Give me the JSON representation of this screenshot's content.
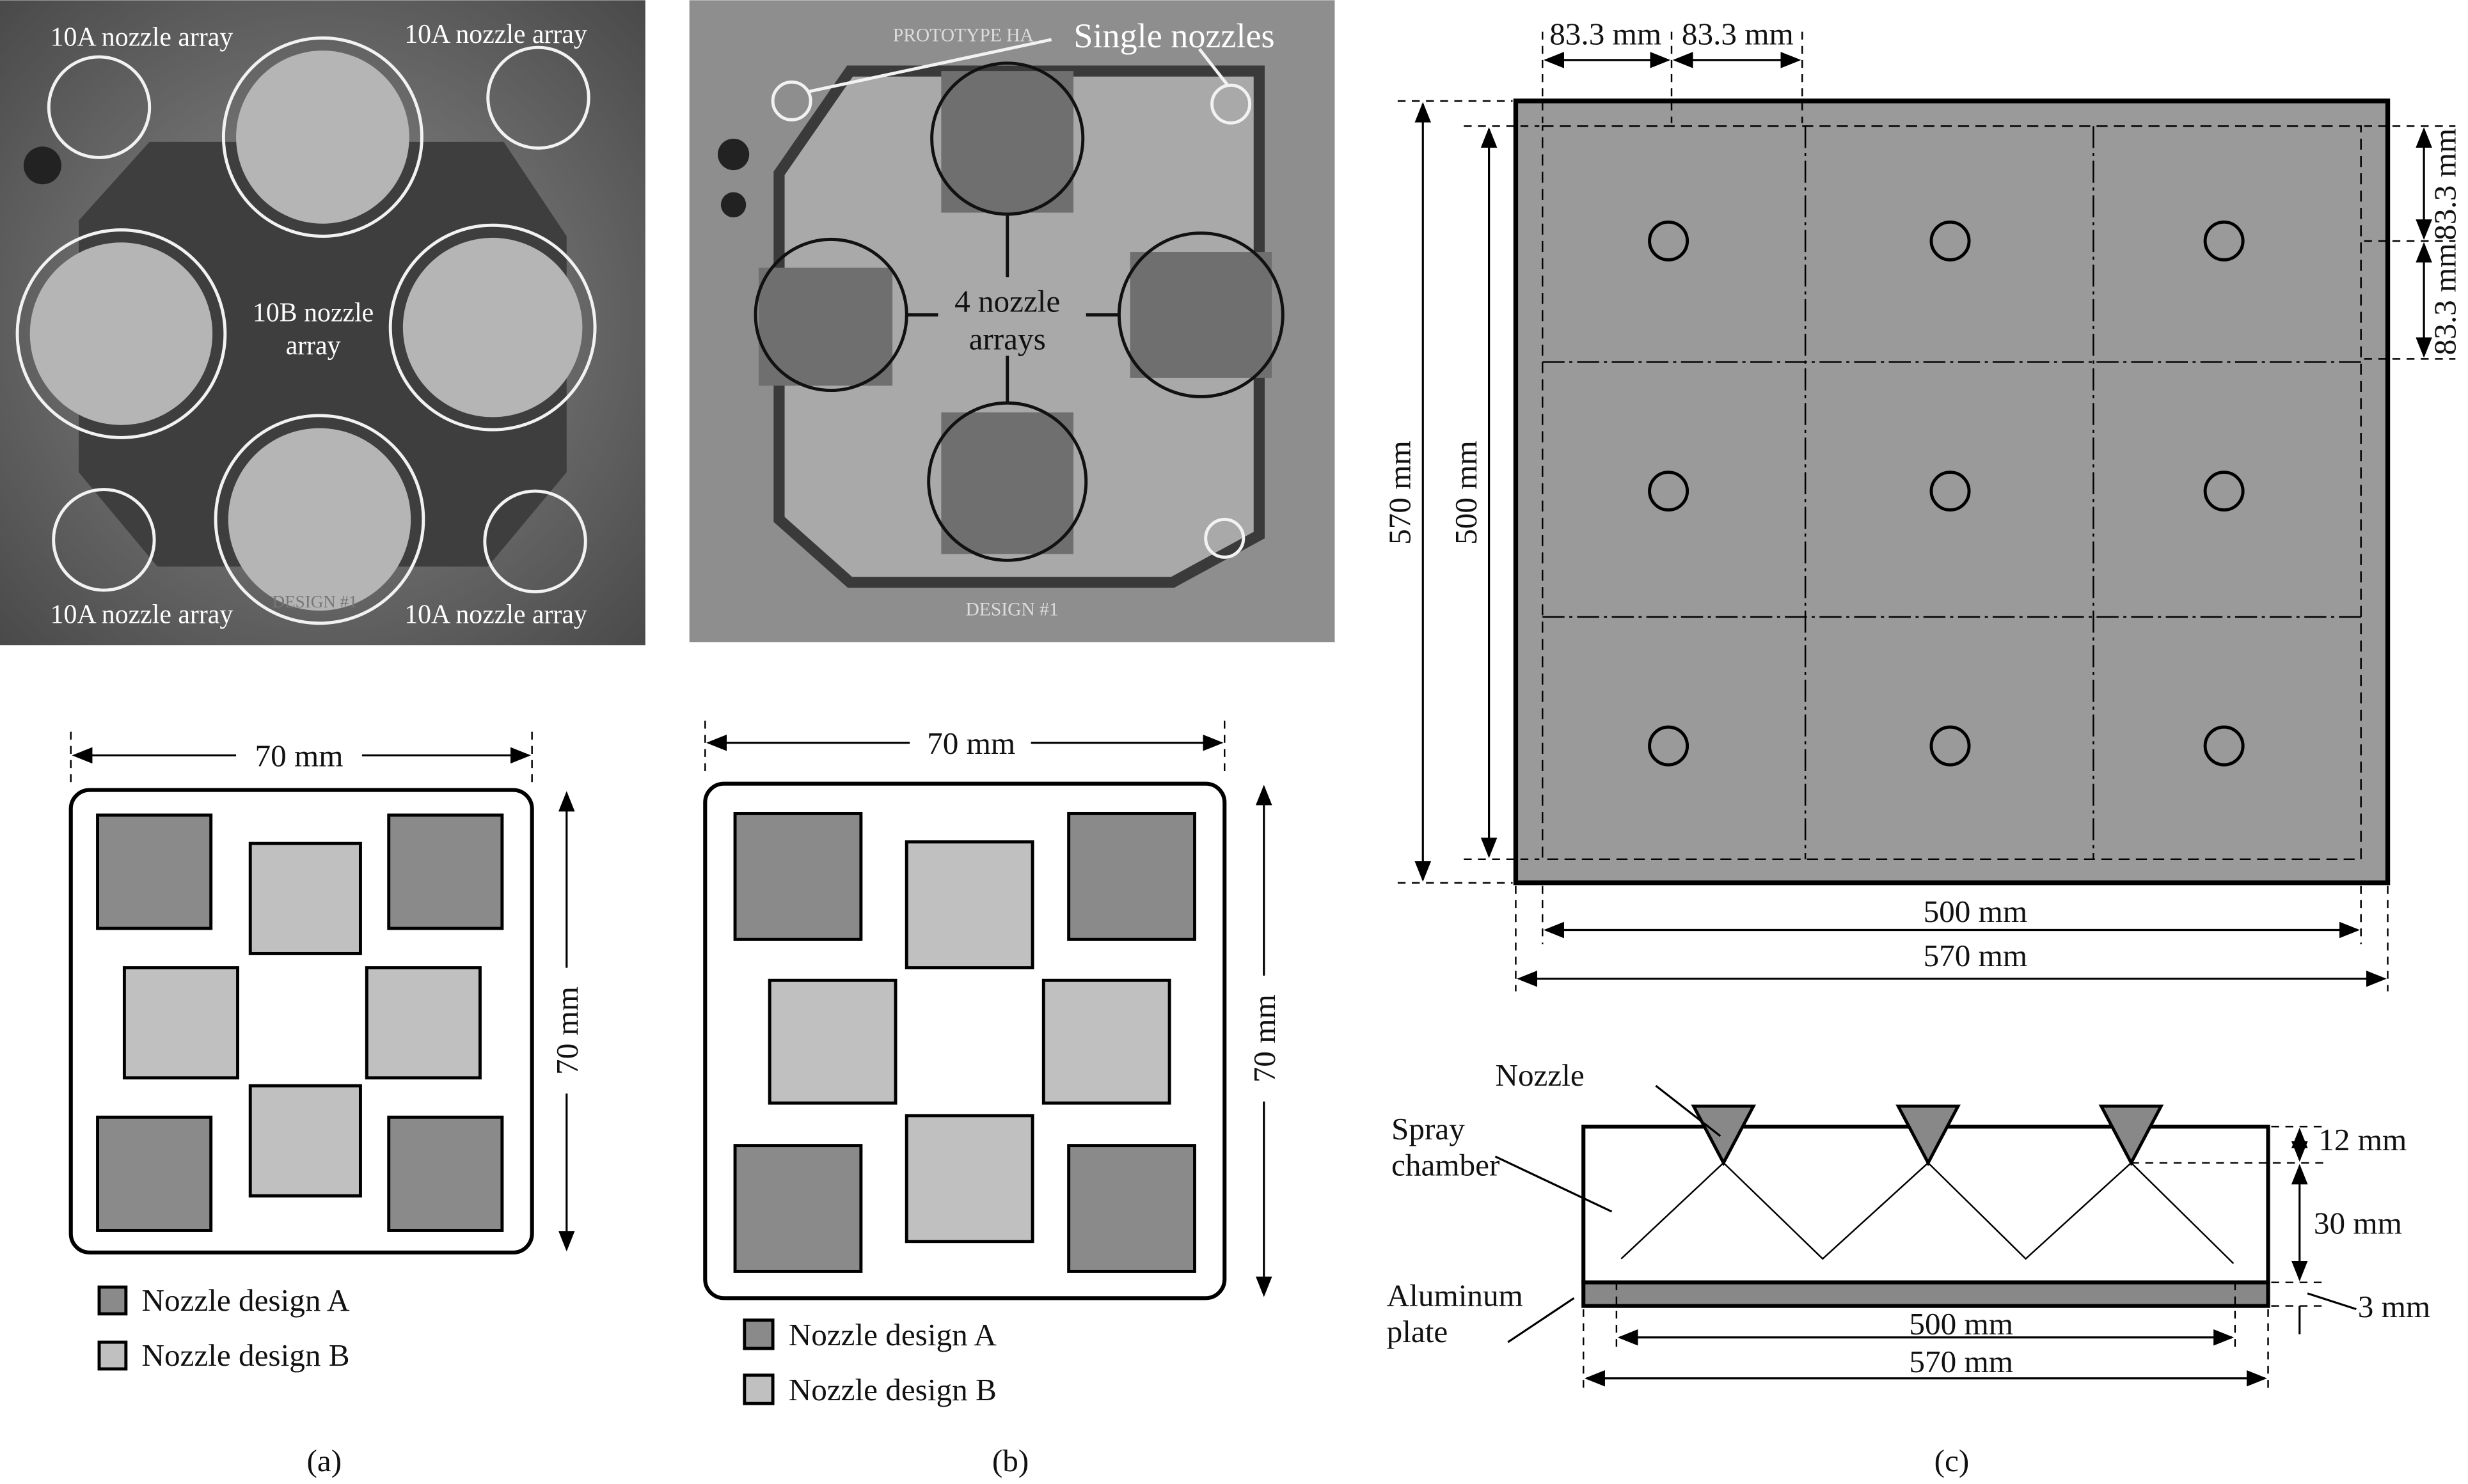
{
  "panel_a_photo": {
    "labels": [
      "10A nozzle array",
      "10A nozzle array",
      "10B nozzle",
      "array",
      "10A nozzle array",
      "10A nozzle array"
    ],
    "engraving": "DESIGN #1"
  },
  "panel_b_photo": {
    "single_nozzles": "Single nozzles",
    "arrays_line1": "4 nozzle",
    "arrays_line2": "arrays",
    "engraving_top": "PROTOTYPE HA",
    "engraving_bottom": "DESIGN #1"
  },
  "panel_a_schematic": {
    "width_label": "70 mm",
    "height_label": "70 mm"
  },
  "panel_b_schematic": {
    "width_label": "70 mm",
    "height_label": "70 mm"
  },
  "legend": {
    "design_a": "Nozzle design A",
    "design_b": "Nozzle design B",
    "color_a": "#8a8a8a",
    "color_b": "#c0c0c0"
  },
  "panel_c_top": {
    "cell_w1": "83.3 mm",
    "cell_w2": "83.3 mm",
    "cell_h1": "83.3 mm",
    "cell_h2": "83.3 mm",
    "outer_h": "570 mm",
    "inner_h": "500 mm",
    "inner_w": "500 mm",
    "outer_w": "570 mm"
  },
  "panel_c_side": {
    "nozzle": "Nozzle",
    "spray_line1": "Spray",
    "spray_line2": "chamber",
    "plate_line1": "Aluminum",
    "plate_line2": "plate",
    "d12": "12 mm",
    "d30": "30 mm",
    "d3": "3 mm",
    "w500": "500 mm",
    "w570": "570 mm"
  },
  "captions": {
    "a": "(a)",
    "b": "(b)",
    "c": "(c)"
  }
}
